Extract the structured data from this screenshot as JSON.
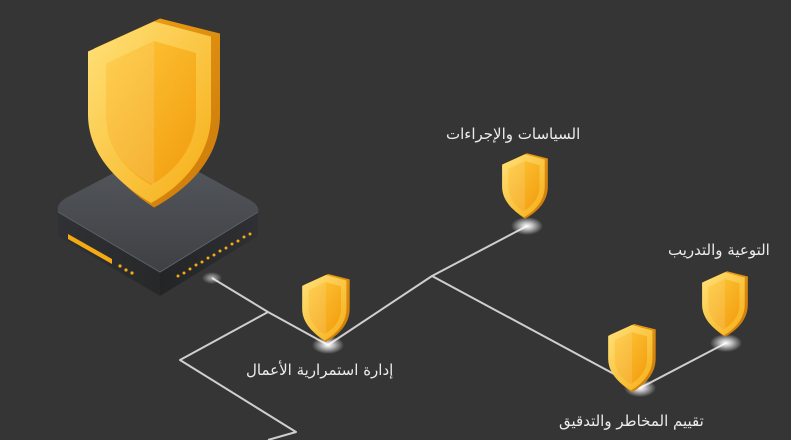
{
  "colors": {
    "background": "#353535",
    "shield_light": "#ffd24a",
    "shield_mid": "#f7b21b",
    "shield_dark": "#d9870d",
    "connector_line": "#cfcfcf",
    "device_top": "#4a4d52",
    "device_side": "#2c2e31",
    "status_led": "#f5a913",
    "label_text": "#ececec"
  },
  "diagram": {
    "hub": {
      "name": "security-appliance",
      "icon": "shield-icon"
    },
    "nodes": [
      {
        "id": "policies",
        "label": "السياسات والإجراءات",
        "icon": "shield-icon"
      },
      {
        "id": "awareness",
        "label": "التوعية والتدريب",
        "icon": "shield-icon"
      },
      {
        "id": "continuity",
        "label": "إدارة استمرارية الأعمال",
        "icon": "shield-icon"
      },
      {
        "id": "risk",
        "label": "تقييم المخاطر والتدقيق",
        "icon": "shield-icon"
      }
    ]
  }
}
